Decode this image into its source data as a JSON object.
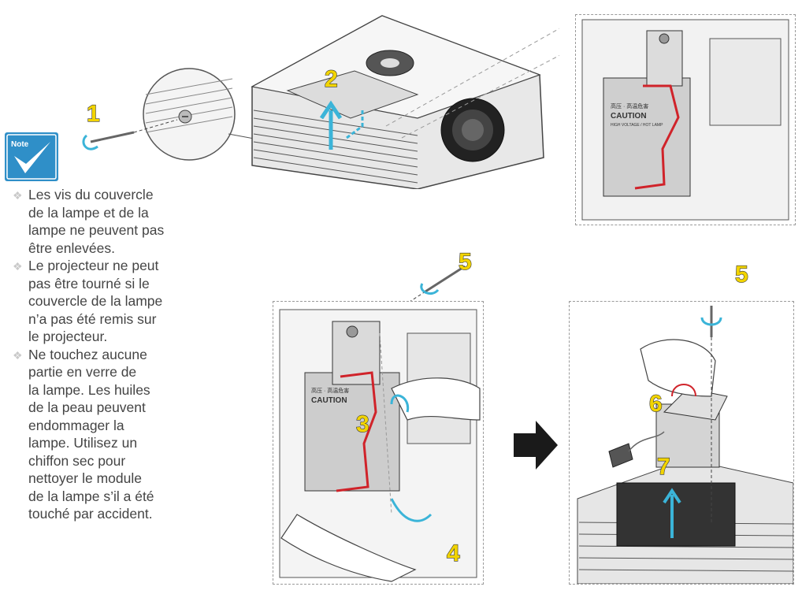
{
  "note": {
    "badge_label": "Note",
    "icon": "checkmark-icon",
    "items": [
      [
        "Les vis du couvercle",
        "de la lampe et de la",
        "lampe ne peuvent pas",
        "être enlevées."
      ],
      [
        "Le projecteur ne peut",
        "pas être tourné si le",
        "couvercle de la lampe",
        "n’a pas été remis sur",
        "le projecteur."
      ],
      [
        "Ne touchez aucune",
        "partie en verre de",
        "la lampe. Les huiles",
        "de la peau peuvent",
        "endommager la",
        "lampe. Utilisez un",
        "chiffon sec pour",
        "nettoyer le module",
        "de la lampe s’il a été",
        "touché par accident."
      ]
    ]
  },
  "steps": {
    "s1": "1",
    "s2": "2",
    "s3": "3",
    "s4": "4",
    "s5a": "5",
    "s5b": "5",
    "s6": "6",
    "s7": "7"
  },
  "lamp_label": {
    "line1": "高压 · 高温危害",
    "line2": "CAUTION",
    "line3": "HIGH VOLTAGE / HOT LAMP"
  },
  "colors": {
    "step_fill": "#f2d400",
    "arrow": "#3bb4d8",
    "wire": "#d0232a",
    "note_badge": "#2f8fc8"
  }
}
